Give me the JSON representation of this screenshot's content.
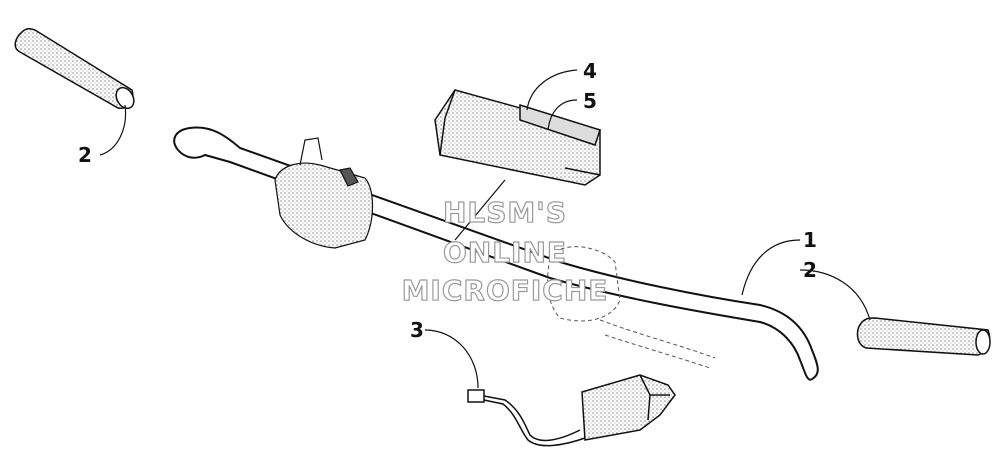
{
  "callouts": [
    {
      "id": "callout-1",
      "label": "1"
    },
    {
      "id": "callout-2-left",
      "label": "2"
    },
    {
      "id": "callout-2-right",
      "label": "2"
    },
    {
      "id": "callout-3",
      "label": "3"
    },
    {
      "id": "callout-4",
      "label": "4"
    },
    {
      "id": "callout-5",
      "label": "5"
    }
  ],
  "watermark": {
    "line1": "HLSM'S",
    "line2": "ONLINE",
    "line3": "MICROFICHE"
  },
  "colors": {
    "line": "#111111",
    "shade": "#bdbdbd",
    "watermark": "#9a9a9a"
  }
}
